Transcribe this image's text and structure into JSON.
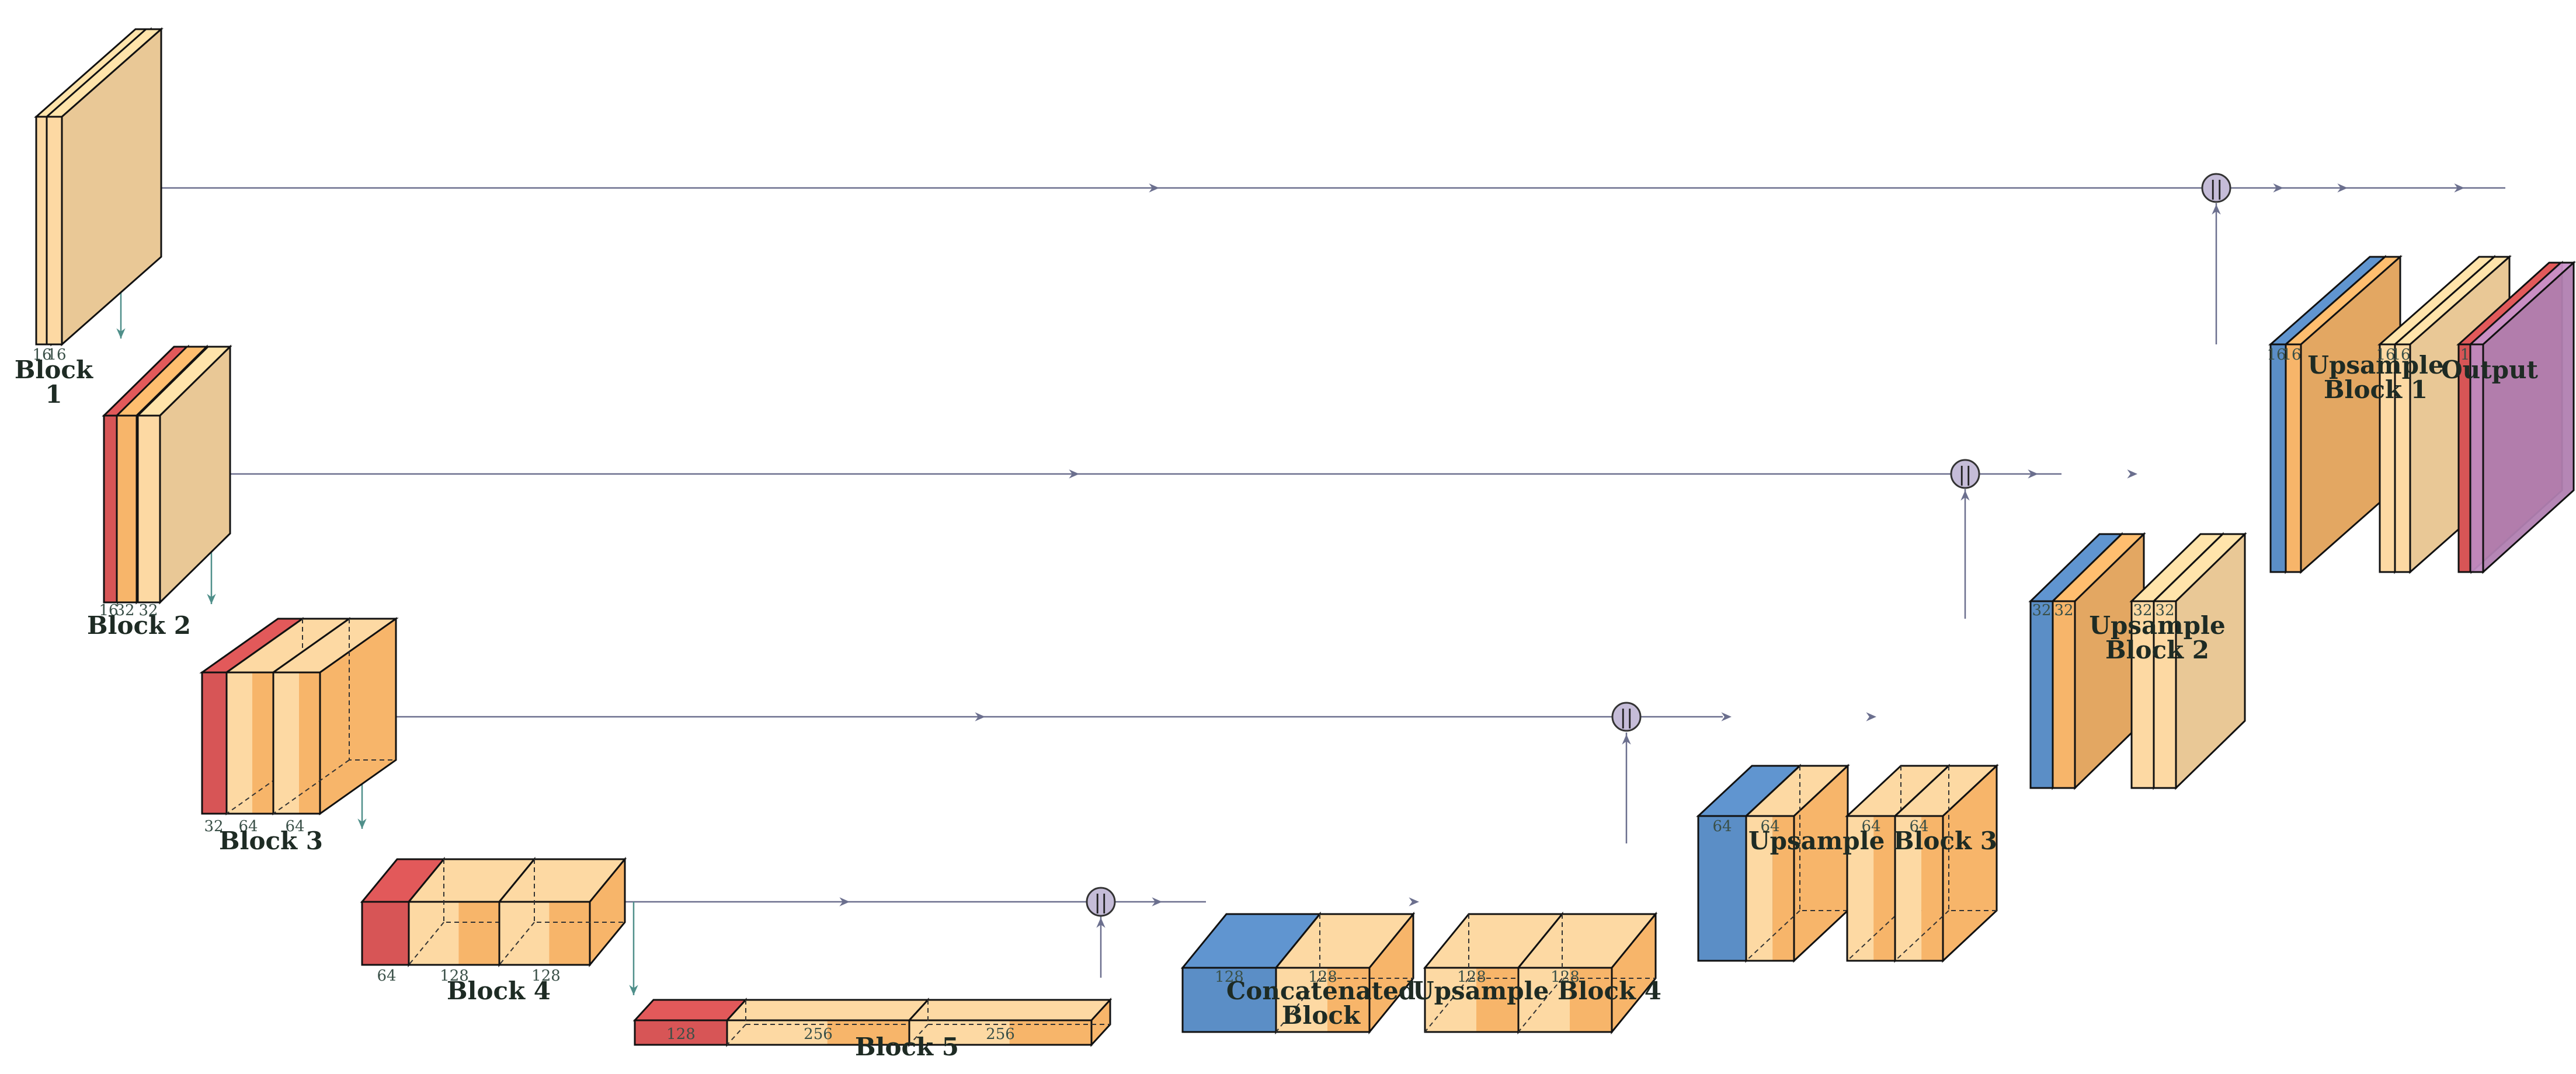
{
  "colors": {
    "conv": "#fdd9a3",
    "conv_dark": "#f7b56a",
    "pool": "#d75556",
    "upsample_blue": "#5b8ec6",
    "output": "#c08ac0",
    "connection": "#6b6f8e",
    "concat_node": "#c5bcd8",
    "skip_down": "#4f8f8a"
  },
  "concat_symbol": "||",
  "blocks": [
    {
      "id": "b1",
      "label": "Block\n1",
      "dims": [
        "16",
        "16"
      ]
    },
    {
      "id": "b2",
      "label": "Block 2",
      "dims": [
        "16",
        "32",
        "32"
      ]
    },
    {
      "id": "b3",
      "label": "Block 3",
      "dims": [
        "32",
        "64",
        "64"
      ]
    },
    {
      "id": "b4",
      "label": "Block 4",
      "dims": [
        "64",
        "128",
        "128"
      ]
    },
    {
      "id": "b5",
      "label": "Block 5",
      "dims": [
        "128",
        "256",
        "256"
      ]
    },
    {
      "id": "cat",
      "label": "Concatenated\nBlock",
      "dims": [
        "128",
        "128"
      ]
    },
    {
      "id": "u4",
      "label": "Upsample Block 4",
      "dims": [
        "128",
        "128"
      ]
    },
    {
      "id": "u3",
      "label": "Upsample Block 3",
      "dims": [
        "64",
        "64",
        "64",
        "64"
      ]
    },
    {
      "id": "u2",
      "label": "Upsample\nBlock 2",
      "dims": [
        "32",
        "32",
        "32",
        "32"
      ]
    },
    {
      "id": "u1",
      "label": "Upsample\nBlock 1",
      "dims": [
        "16",
        "16",
        "16",
        "16"
      ]
    },
    {
      "id": "out",
      "label": "Output",
      "dims": [
        "1"
      ]
    }
  ]
}
